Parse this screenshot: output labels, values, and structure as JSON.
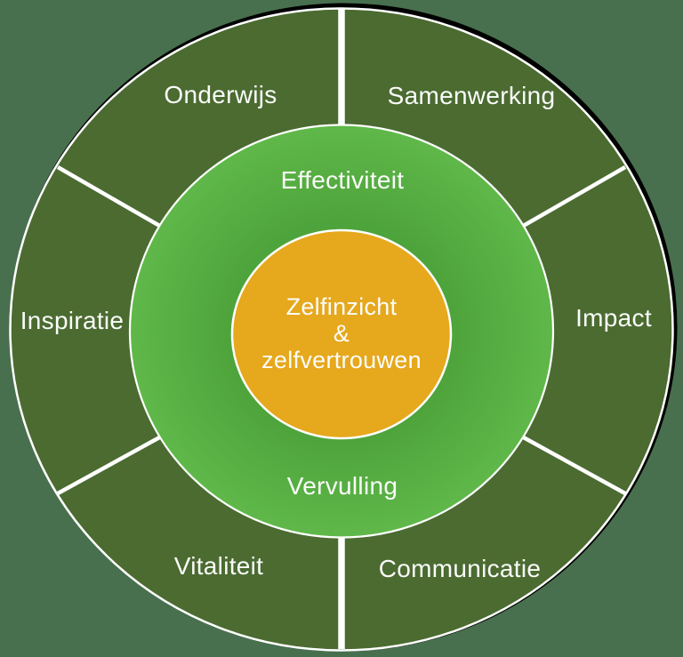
{
  "diagram": {
    "background_color": "#48704E",
    "colors": {
      "shadow": "#000000",
      "outer_ring": "#4B6B31",
      "middle_ring_inner": "#3E9733",
      "middle_ring_mid": "#4FA53C",
      "middle_ring_outer": "#5FB849",
      "center_circle": "#E6A81C",
      "divider": "#FFFFFF",
      "ring_stroke": "#FFFFFF",
      "label_text": "#FBFCFA"
    },
    "outer_segments": [
      {
        "id": "onderwijs",
        "label": "Onderwijs"
      },
      {
        "id": "samenwerking",
        "label": "Samenwerking"
      },
      {
        "id": "impact",
        "label": "Impact"
      },
      {
        "id": "communicatie",
        "label": "Communicatie"
      },
      {
        "id": "vitaliteit",
        "label": "Vitaliteit"
      },
      {
        "id": "inspiratie",
        "label": "Inspiratie"
      }
    ],
    "middle_ring": {
      "top_label": "Effectiviteit",
      "bottom_label": "Vervulling"
    },
    "center_circle": {
      "line1": "Zelfinzicht",
      "line2": "&",
      "line3": "zelfvertrouwen"
    }
  }
}
